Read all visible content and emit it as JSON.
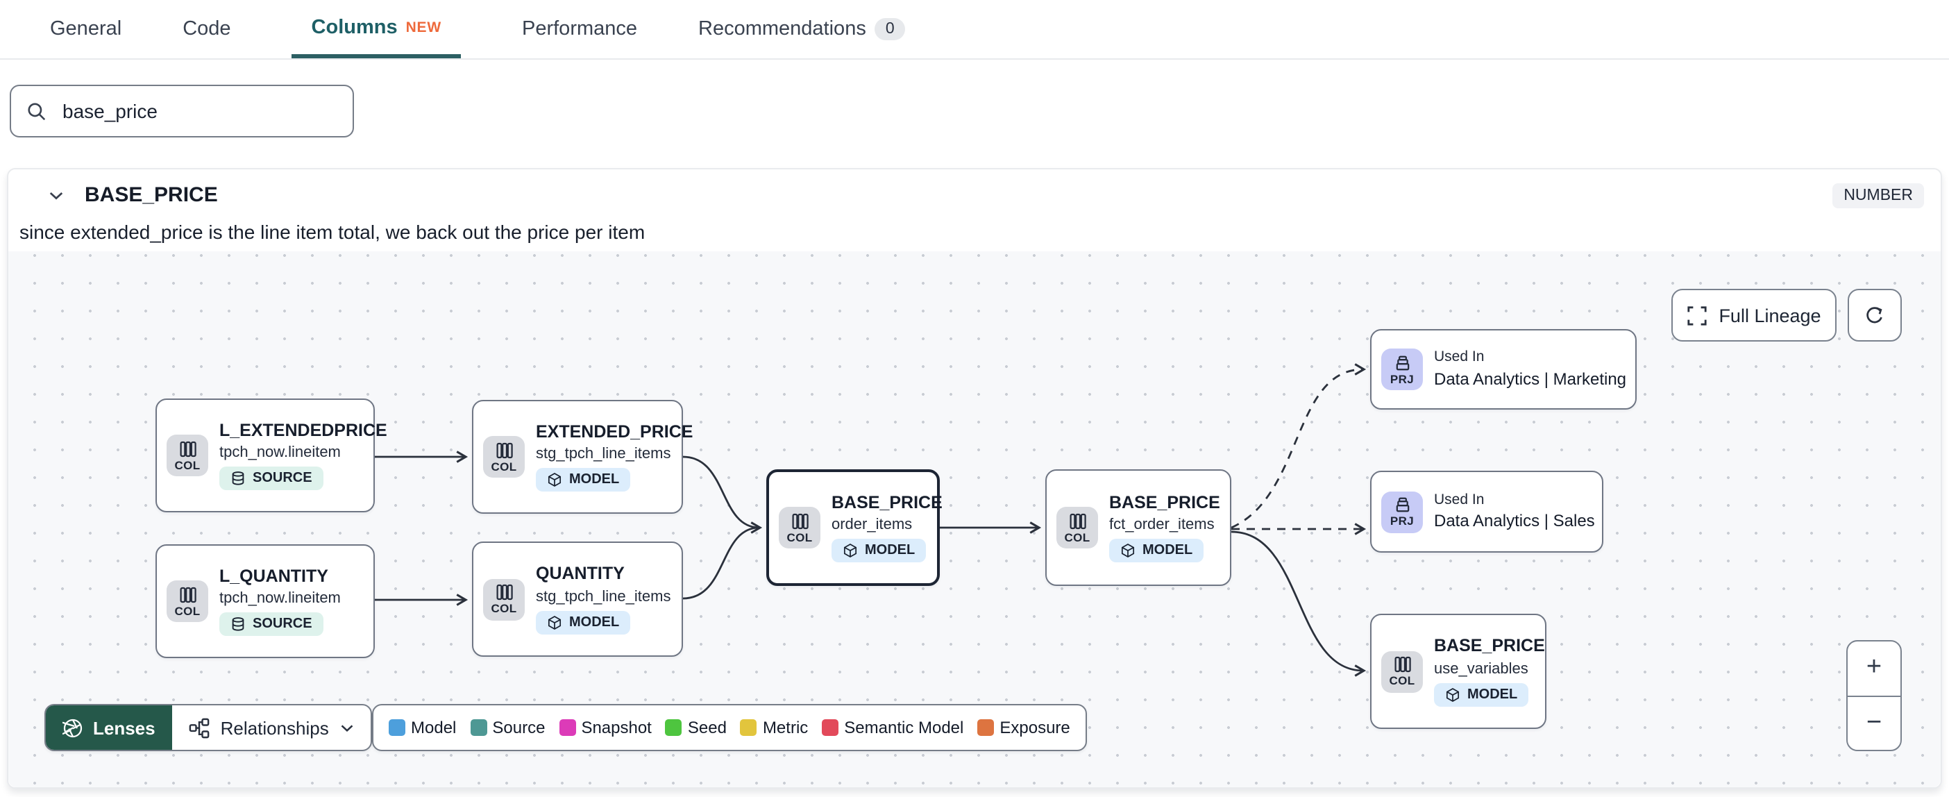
{
  "tabs": {
    "general": "General",
    "code": "Code",
    "columns": "Columns",
    "columns_badge": "NEW",
    "performance": "Performance",
    "recommendations": "Recommendations",
    "recommendations_count": "0"
  },
  "search": {
    "value": "base_price"
  },
  "column_panel": {
    "title": "BASE_PRICE",
    "type_badge": "NUMBER",
    "description": "since extended_price is the line item total, we back out the price per item"
  },
  "lineage": {
    "nodes": [
      {
        "title": "L_EXTENDEDPRICE",
        "subtitle": "tpch_now.lineitem",
        "tile": "COL",
        "badge": "SOURCE"
      },
      {
        "title": "L_QUANTITY",
        "subtitle": "tpch_now.lineitem",
        "tile": "COL",
        "badge": "SOURCE"
      },
      {
        "title": "EXTENDED_PRICE",
        "subtitle": "stg_tpch_line_items",
        "tile": "COL",
        "badge": "MODEL"
      },
      {
        "title": "QUANTITY",
        "subtitle": "stg_tpch_line_items",
        "tile": "COL",
        "badge": "MODEL"
      },
      {
        "title": "BASE_PRICE",
        "subtitle": "order_items",
        "tile": "COL",
        "badge": "MODEL"
      },
      {
        "title": "BASE_PRICE",
        "subtitle": "fct_order_items",
        "tile": "COL",
        "badge": "MODEL"
      },
      {
        "title": "Data Analytics | Marketing",
        "kicker": "Used In",
        "tile": "PRJ"
      },
      {
        "title": "Data Analytics | Sales",
        "kicker": "Used In",
        "tile": "PRJ"
      },
      {
        "title": "BASE_PRICE",
        "subtitle": "use_variables",
        "tile": "COL",
        "badge": "MODEL"
      }
    ],
    "toolbar": {
      "lenses": "Lenses",
      "relationships": "Relationships"
    },
    "legend": {
      "items": [
        {
          "label": "Model",
          "color": "#4D9FDC"
        },
        {
          "label": "Source",
          "color": "#4E9894"
        },
        {
          "label": "Snapshot",
          "color": "#DC3BB8"
        },
        {
          "label": "Seed",
          "color": "#4EC53F"
        },
        {
          "label": "Metric",
          "color": "#E2C53D"
        },
        {
          "label": "Semantic Model",
          "color": "#E2495A"
        },
        {
          "label": "Exposure",
          "color": "#DD7440"
        }
      ]
    },
    "controls": {
      "full_lineage": "Full Lineage",
      "zoom_in": "+",
      "zoom_out": "−"
    }
  }
}
